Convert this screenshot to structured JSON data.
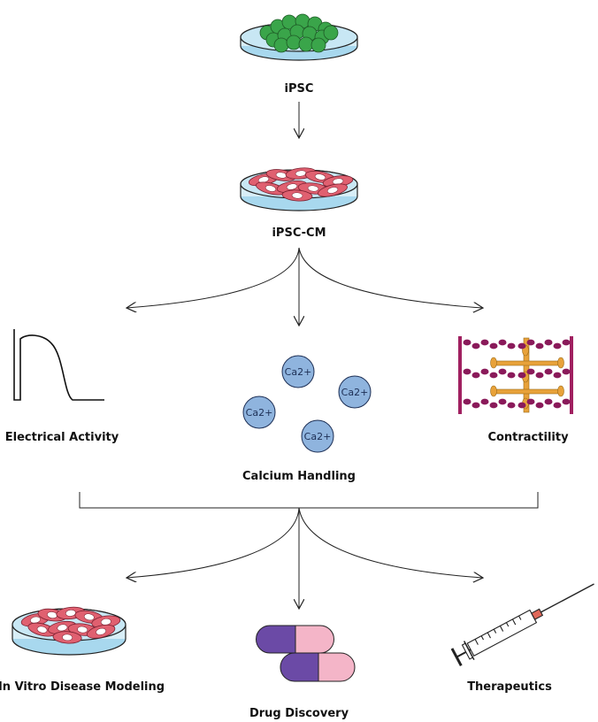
{
  "labels": {
    "ipsc": "iPSC",
    "ipsc_cm": "iPSC-CM",
    "electrical": "Electrical Activity",
    "calcium": "Calcium Handling",
    "contractility": "Contractility",
    "disease_modeling": "In Vitro Disease Modeling",
    "drug_discovery": "Drug Discovery",
    "therapeutics": "Therapeutics"
  },
  "ions": [
    "Ca2+",
    "Ca2+",
    "Ca2+",
    "Ca2+"
  ],
  "icons": {
    "ipsc_dish": "petri-dish-green-cells-icon",
    "cm_dish": "petri-dish-cardiomyocytes-icon",
    "action_potential": "action-potential-waveform-icon",
    "sarcomere": "sarcomere-icon",
    "disease_dish": "petri-dish-cardiomyocytes-icon",
    "pills": "capsule-pills-icon",
    "syringe": "syringe-icon"
  },
  "colors": {
    "green_cell": "#3aa54a",
    "dish_liquid": "#a8d8ee",
    "cardio_cell": "#e06070",
    "calcium": "#8fb4de",
    "sarcomere_bead": "#8a1a5a",
    "sarcomere_frame": "#a02060",
    "filament": "#e8a23a",
    "pill_purple": "#6b4aa6",
    "pill_pink": "#f4b5c8",
    "syringe_tip": "#e0685a"
  }
}
